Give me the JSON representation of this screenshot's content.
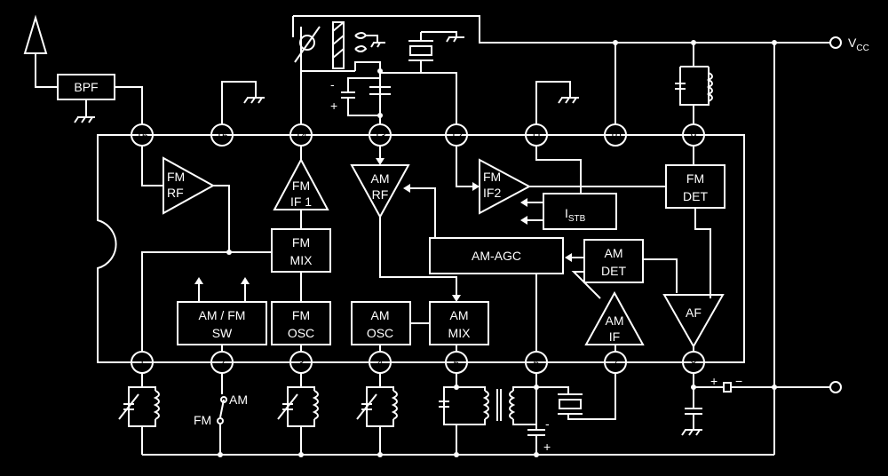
{
  "supply": {
    "label": "V",
    "sub": "CC"
  },
  "pins": [
    "1",
    "2",
    "3",
    "4",
    "5",
    "6",
    "7",
    "8",
    "9",
    "10",
    "11",
    "12",
    "13",
    "14",
    "15",
    "16"
  ],
  "blocks": {
    "bpf": "BPF",
    "fm_rf": [
      "FM",
      "RF"
    ],
    "fm_if1": [
      "FM",
      "IF 1"
    ],
    "am_rf": [
      "AM",
      "RF"
    ],
    "fm_if2": [
      "FM",
      "IF2"
    ],
    "fm_det": [
      "FM",
      "DET"
    ],
    "istb": {
      "main": "I",
      "sub": "STB"
    },
    "fm_mix": [
      "FM",
      "MIX"
    ],
    "am_agc": "AM-AGC",
    "am_det": [
      "AM",
      "DET"
    ],
    "amfm_sw": [
      "AM / FM",
      "SW"
    ],
    "fm_osc": [
      "FM",
      "OSC"
    ],
    "am_osc": [
      "AM",
      "OSC"
    ],
    "am_mix": [
      "AM",
      "MIX"
    ],
    "am_if": [
      "AM",
      "IF"
    ],
    "af": "AF"
  },
  "switch": {
    "am": "AM",
    "fm": "FM"
  },
  "polarity": {
    "plus": "+",
    "minus": "−",
    "minus_short": "-"
  }
}
